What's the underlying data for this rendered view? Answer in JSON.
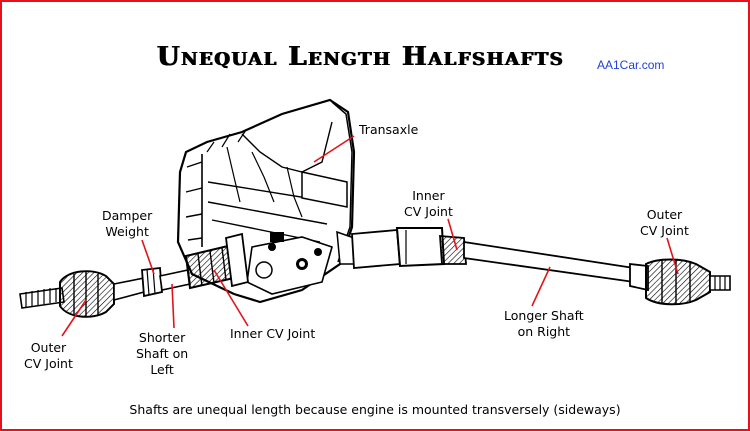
{
  "title": "Unequal Length Halfshafts",
  "brand": "AA1Car.com",
  "labels": {
    "transaxle": "Transaxle",
    "inner_cv_right_1": "Inner",
    "inner_cv_right_2": "CV Joint",
    "outer_cv_right_1": "Outer",
    "outer_cv_right_2": "CV Joint",
    "damper_1": "Damper",
    "damper_2": "Weight",
    "outer_cv_left_1": "Outer",
    "outer_cv_left_2": "CV Joint",
    "shorter_1": "Shorter",
    "shorter_2": "Shaft on",
    "shorter_3": "Left",
    "inner_cv_left": "Inner CV Joint",
    "longer_1": "Longer Shaft",
    "longer_2": "on Right"
  },
  "caption": "Shafts are unequal length because engine is mounted transversely (sideways)",
  "colors": {
    "border": "#e2141b",
    "leader": "#e2141b",
    "brand": "#1f3fd8",
    "ink": "#000000"
  }
}
